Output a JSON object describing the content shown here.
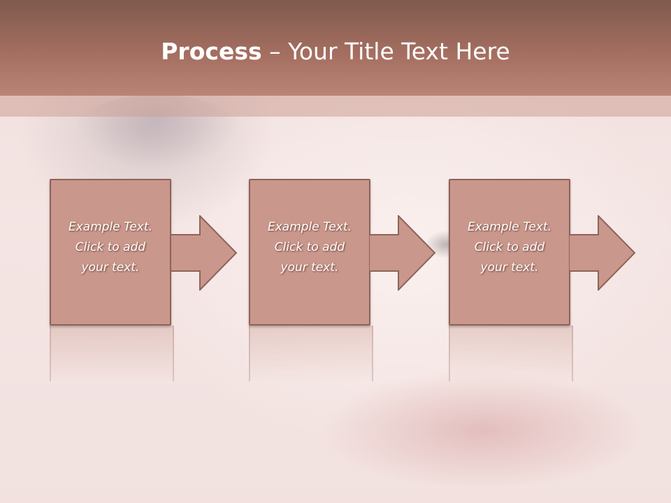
{
  "slide": {
    "title_bold": "Process",
    "title_rest": " – Your Title Text Here"
  },
  "steps": [
    {
      "line1": "Example Text.",
      "line2": "Click  to add",
      "line3": "your text."
    },
    {
      "line1": "Example Text.",
      "line2": "Click  to add",
      "line3": "your text."
    },
    {
      "line1": "Example Text.",
      "line2": "Click  to add",
      "line3": "your text."
    }
  ],
  "colors": {
    "header": "#a36e60",
    "box_fill": "#c9978b",
    "box_border": "#8e6359",
    "text": "#ffffff"
  },
  "icons": [
    "right-arrow-icon",
    "right-arrow-icon",
    "right-arrow-icon"
  ]
}
